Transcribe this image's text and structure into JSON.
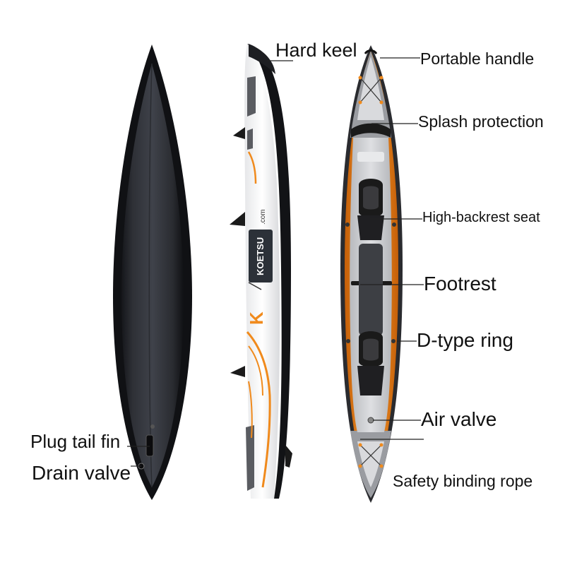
{
  "labels": {
    "hard_keel": "Hard keel",
    "portable_handle": "Portable handle",
    "splash_protection": "Splash protection",
    "high_backrest_seat": "High-backrest seat",
    "footrest": "Footrest",
    "d_type_ring": "D-type ring",
    "air_valve": "Air valve",
    "safety_binding_rope": "Safety binding rope",
    "plug_tail_fin": "Plug tail fin",
    "drain_valve": "Drain valve"
  },
  "brand": {
    "name": "KOETSU",
    "domain": ".com",
    "logo_letter": "K"
  },
  "colors": {
    "hull_dark": "#1b1c1f",
    "hull_bottom": "#3a3d43",
    "body_white": "#f2f2f2",
    "accent_orange": "#f08a1c",
    "seat_black": "#1a1a1a",
    "floor_grey": "#c8c9cc",
    "text": "#111111"
  }
}
